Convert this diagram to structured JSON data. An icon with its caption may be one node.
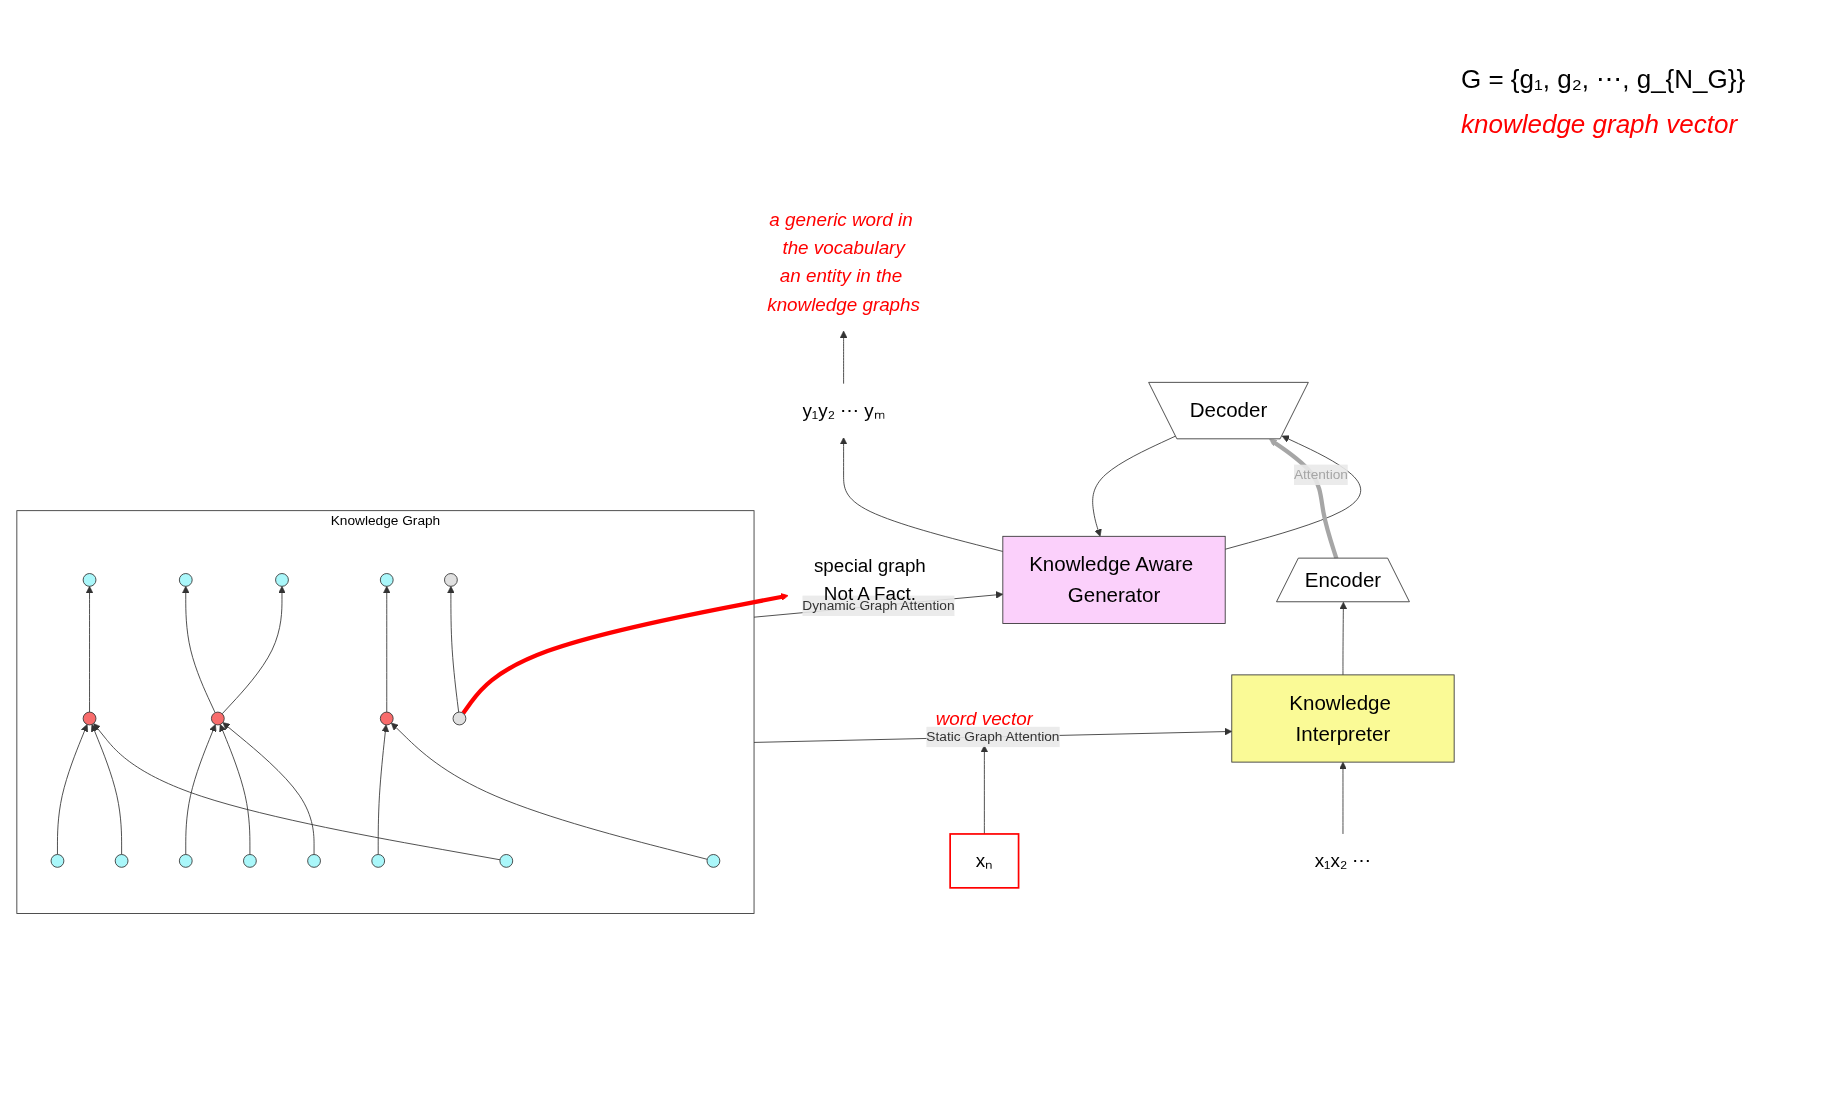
{
  "diagram": {
    "nodes": [
      {
        "text": [
          "y₁y₂ ⋯ yₘ"
        ]
      },
      {
        "text": [
          "a generic word in the vocabulary",
          "an entity in the knowledge graphs"
        ]
      },
      {
        "text": [
          "Knowledge Aware Generator"
        ]
      },
      {
        "text": [
          "Knowledge Graph"
        ]
      },
      {
        "text": [],
        "shape": "circle",
        "in": 3
      },
      {
        "text": [],
        "shape": "circle",
        "in": 3
      },
      {
        "text": [],
        "shape": "circle",
        "in": 3
      },
      {
        "text": [],
        "shape": "circle",
        "in": 3
      },
      {
        "text": [],
        "shape": "circle",
        "in": 3
      },
      {
        "text": [],
        "shape": "circle",
        "in": 3
      },
      {
        "text": [],
        "shape": "circle",
        "in": 3
      },
      {
        "text": [],
        "shape": "circle",
        "in": 3
      },
      {
        "text": [],
        "shape": "circle",
        "in": 3
      },
      {
        "text": [],
        "shape": "circle",
        "in": 3
      },
      {
        "text": [],
        "shape": "circle",
        "in": 3
      },
      {
        "text": [],
        "shape": "circle",
        "in": 3
      },
      {
        "text": [],
        "shape": "circle",
        "in": 3
      },
      {
        "text": [],
        "shape": "circle",
        "in": 3
      },
      {
        "text": [],
        "shape": "circle",
        "in": 3
      },
      {
        "text": [],
        "shape": "circle",
        "in": 3
      },
      {
        "text": [],
        "shape": "circle",
        "in": 3
      },
      {
        "text": [
          "Decoder"
        ]
      },
      {
        "text": [
          "Encoder"
        ]
      },
      {
        "text": [
          "special graph",
          "Not A Fact."
        ]
      },
      {
        "text": [
          "Knowledge Interpreter"
        ]
      },
      {
        "text": [
          "x₁x₂ ⋯"
        ]
      },
      {
        "text": [
          "xₙ"
        ]
      },
      {
        "text": [
          "word vector"
        ]
      }
    ],
    "edges": [
      {
        "from": 3,
        "to": 2,
        "arrow": "to",
        "label": "Dynamic Graph Attention"
      },
      {
        "from": 3,
        "to": 24,
        "arrow": "to",
        "label": "Static Graph Attention"
      },
      {
        "from": 2,
        "to": 0,
        "arrow": "to"
      },
      {
        "from": 0,
        "to": 1,
        "arrow": "to"
      },
      {
        "from": 2,
        "to": 21,
        "arrow": "to"
      },
      {
        "from": 21,
        "to": 2,
        "arrow": "to"
      },
      {
        "from": 22,
        "to": 21,
        "arrow": "to",
        "label": "Attention",
        "style": "thick",
        "color": "#a6a6a6"
      },
      {
        "from": 24,
        "to": 22,
        "arrow": "to"
      },
      {
        "from": 25,
        "to": 24,
        "arrow": "to"
      },
      {
        "from": 26,
        "to": 27,
        "arrow": "to"
      },
      {
        "from": 19,
        "to": 23,
        "arrow": "to",
        "style": "thick",
        "color": "#ff0000"
      },
      {
        "from": 4,
        "to": 6,
        "arrow": "to"
      },
      {
        "from": 5,
        "to": 6,
        "arrow": "to"
      },
      {
        "from": 7,
        "to": 6,
        "arrow": "to"
      },
      {
        "from": 6,
        "to": 9,
        "arrow": "to"
      },
      {
        "from": 8,
        "to": 11,
        "arrow": "to"
      },
      {
        "from": 11,
        "to": 10,
        "arrow": "to"
      },
      {
        "from": 12,
        "to": 11,
        "arrow": "to"
      },
      {
        "from": 13,
        "to": 11,
        "arrow": "to"
      },
      {
        "from": 11,
        "to": 15,
        "arrow": "to"
      },
      {
        "from": 14,
        "to": 17,
        "arrow": "to"
      },
      {
        "from": 17,
        "to": 16,
        "arrow": "to"
      },
      {
        "from": 18,
        "to": 17,
        "arrow": "to"
      },
      {
        "from": 19,
        "to": 20,
        "arrow": "to"
      }
    ],
    "labels": [
      "G = {g₁, g₂, ⋯, g_{N_G}}",
      "knowledge graph vector"
    ]
  }
}
